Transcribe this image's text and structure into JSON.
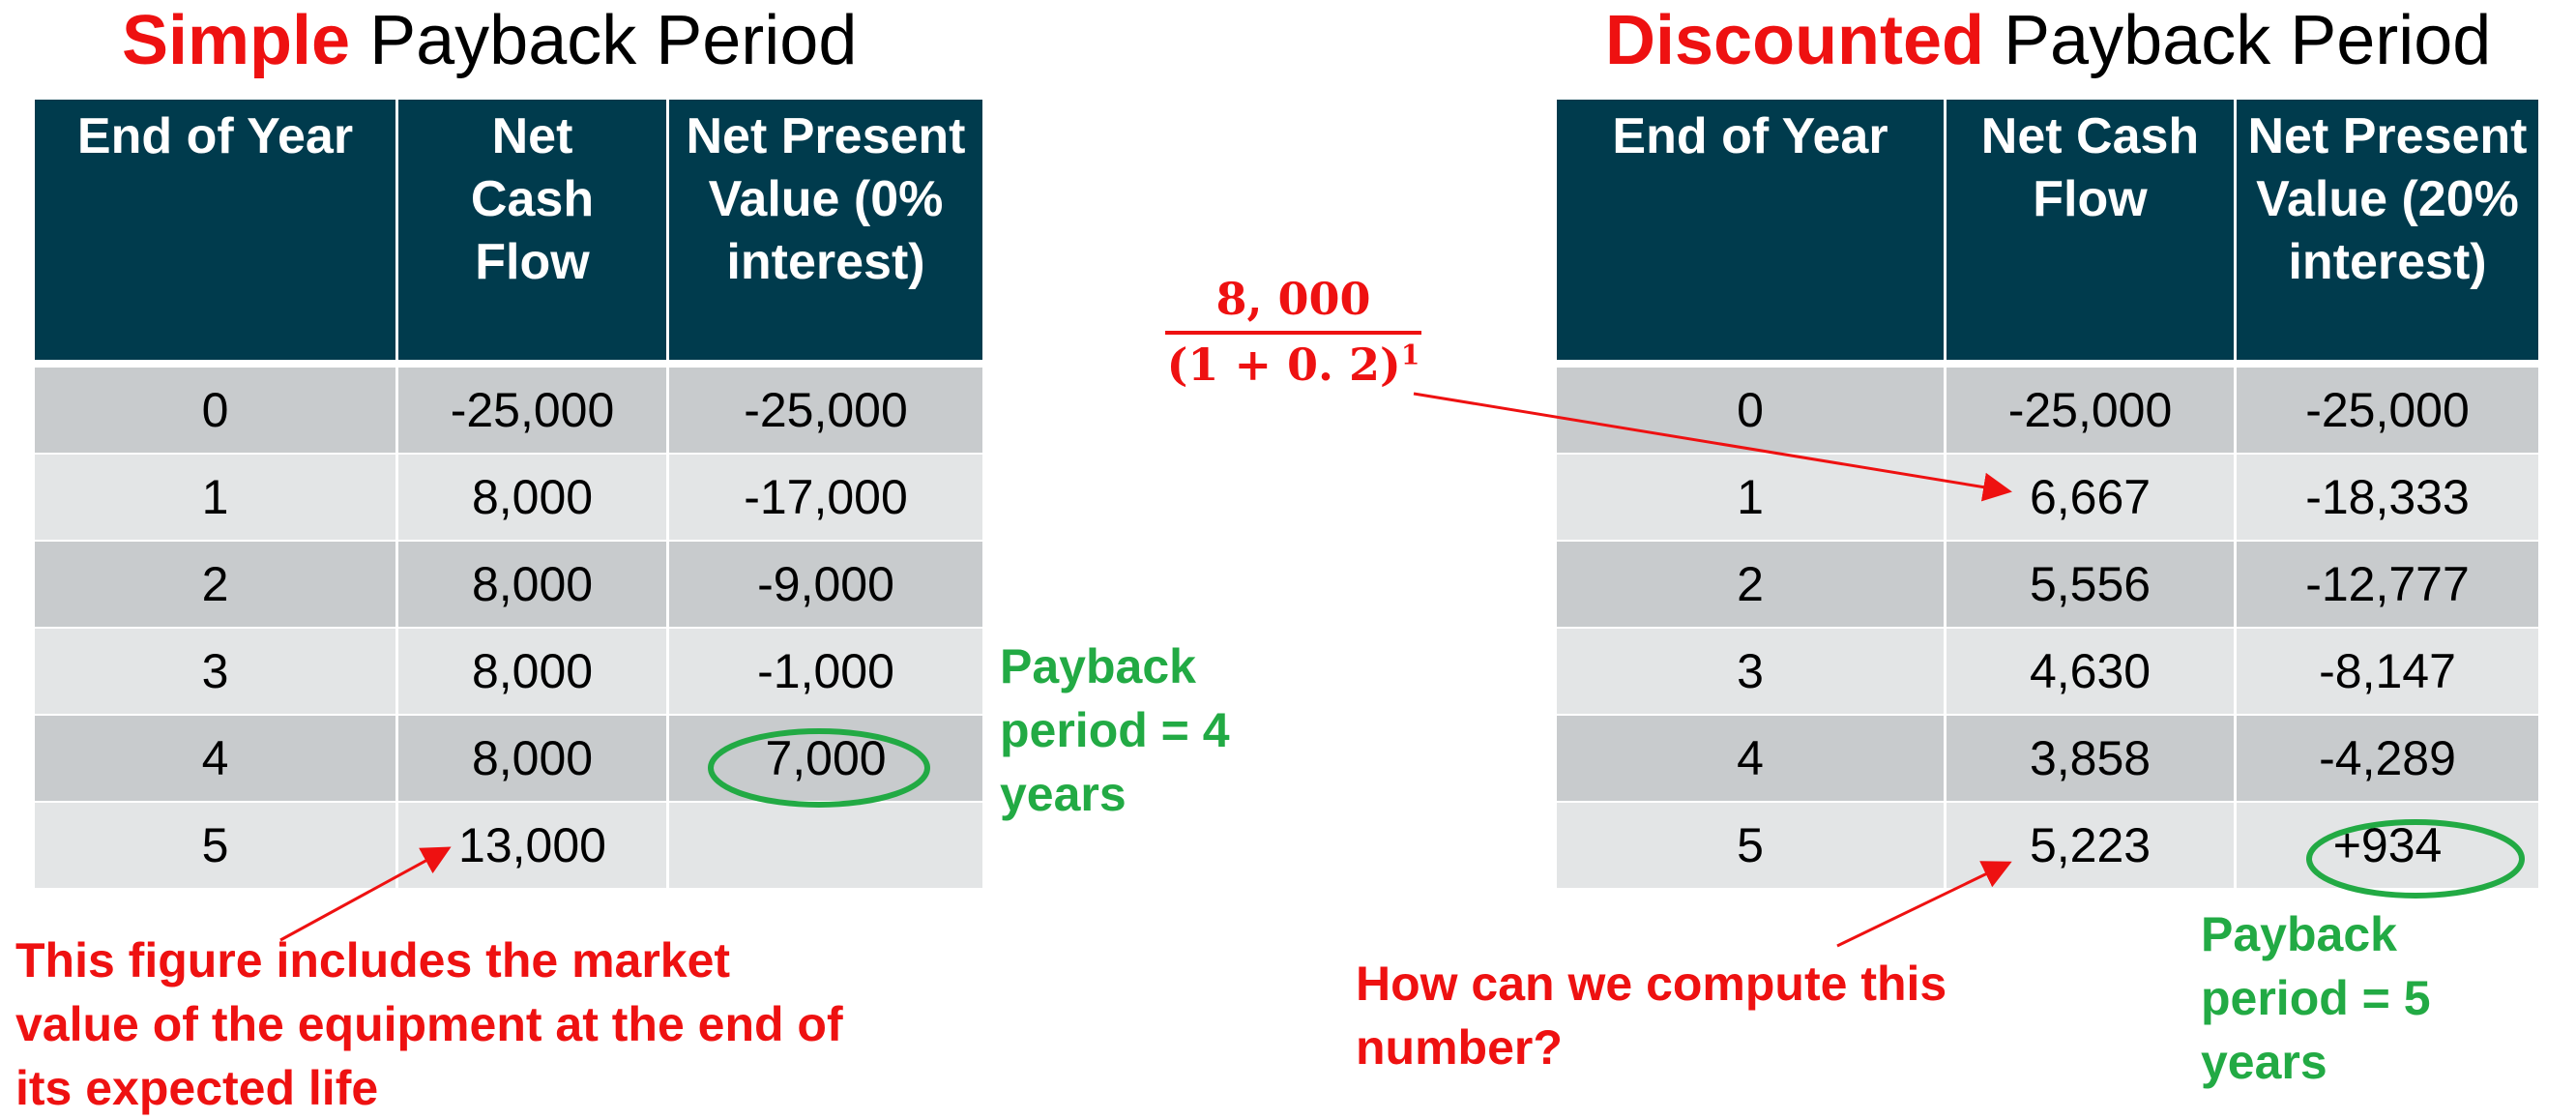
{
  "left": {
    "title_highlight": "Simple",
    "title_rest": " Payback Period",
    "headers": [
      "End of Year",
      "Net Cash Flow",
      "Net Present Value (0% interest)"
    ],
    "rows": [
      {
        "year": "0",
        "cash": "-25,000",
        "npv": "-25,000"
      },
      {
        "year": "1",
        "cash": "8,000",
        "npv": "-17,000"
      },
      {
        "year": "2",
        "cash": "8,000",
        "npv": "-9,000"
      },
      {
        "year": "3",
        "cash": "8,000",
        "npv": "-1,000"
      },
      {
        "year": "4",
        "cash": "8,000",
        "npv": "7,000"
      },
      {
        "year": "5",
        "cash": "13,000",
        "npv": ""
      }
    ],
    "payback_note": "Payback period = 4 years",
    "market_value_note": "This figure includes the market value of the equipment at the end of its expected life"
  },
  "right": {
    "title_highlight": "Discounted",
    "title_rest": " Payback Period",
    "headers": [
      "End of Year",
      "Net Cash Flow",
      "Net Present Value (20% interest)"
    ],
    "rows": [
      {
        "year": "0",
        "cash": "-25,000",
        "npv": "-25,000"
      },
      {
        "year": "1",
        "cash": "6,667",
        "npv": "-18,333"
      },
      {
        "year": "2",
        "cash": "5,556",
        "npv": "-12,777"
      },
      {
        "year": "3",
        "cash": "4,630",
        "npv": "-8,147"
      },
      {
        "year": "4",
        "cash": "3,858",
        "npv": "-4,289"
      },
      {
        "year": "5",
        "cash": "5,223",
        "npv": "+934"
      }
    ],
    "payback_note": "Payback period = 5 years",
    "compute_note": "How can we compute this number?"
  },
  "formula": {
    "numerator": "8, 000",
    "denominator": "(1 + 0. 2)",
    "exponent": "1"
  },
  "colors": {
    "header_bg": "#003b4d",
    "row_dark": "#c8cbcd",
    "row_light": "#e3e5e6",
    "accent_red": "#ee1111",
    "accent_green": "#22aa44"
  }
}
